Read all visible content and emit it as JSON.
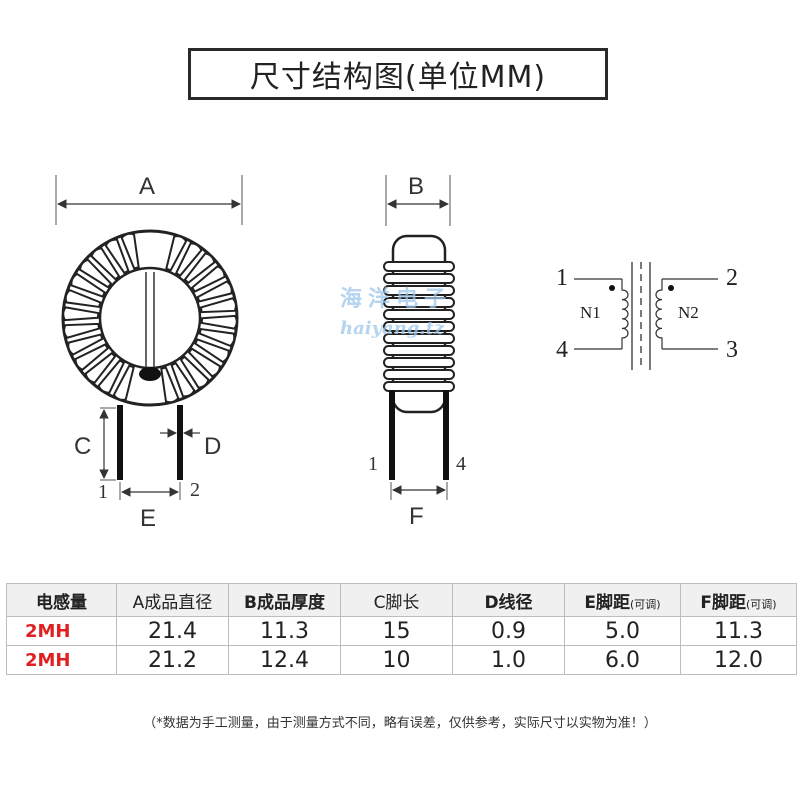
{
  "title": "尺寸结构图(单位MM)",
  "watermark": {
    "cn": "海洋电子",
    "en": "haiyang.tz"
  },
  "front_view": {
    "dim_A": "A",
    "dim_C": "C",
    "dim_D": "D",
    "dim_E": "E",
    "pin1": "1",
    "pin2": "2"
  },
  "side_view": {
    "dim_B": "B",
    "dim_F": "F",
    "pin1": "1",
    "pin4": "4"
  },
  "schematic": {
    "p1": "1",
    "p2": "2",
    "p3": "3",
    "p4": "4",
    "n1": "N1",
    "n2": "N2"
  },
  "table": {
    "headers": [
      {
        "main": "电感量",
        "sub": ""
      },
      {
        "main": "A成品直径",
        "sub": ""
      },
      {
        "main": "B成品厚度",
        "sub": ""
      },
      {
        "main": "C脚长",
        "sub": ""
      },
      {
        "main": "D线径",
        "sub": ""
      },
      {
        "main": "E脚距",
        "sub": "(可调)"
      },
      {
        "main": "F脚距",
        "sub": "(可调)"
      }
    ],
    "rows": [
      [
        "2MH",
        "21.4",
        "11.3",
        "15",
        "0.9",
        "5.0",
        "11.3"
      ],
      [
        "2MH",
        "21.2",
        "12.4",
        "10",
        "1.0",
        "6.0",
        "12.0"
      ]
    ]
  },
  "note": "（*数据为手工测量，由于测量方式不同，略有误差，仅供参考，实际尺寸以实物为准！）",
  "colors": {
    "model_text": "#e02020",
    "header_bg": "#f0f0f0",
    "watermark": "#9cc6ec"
  }
}
